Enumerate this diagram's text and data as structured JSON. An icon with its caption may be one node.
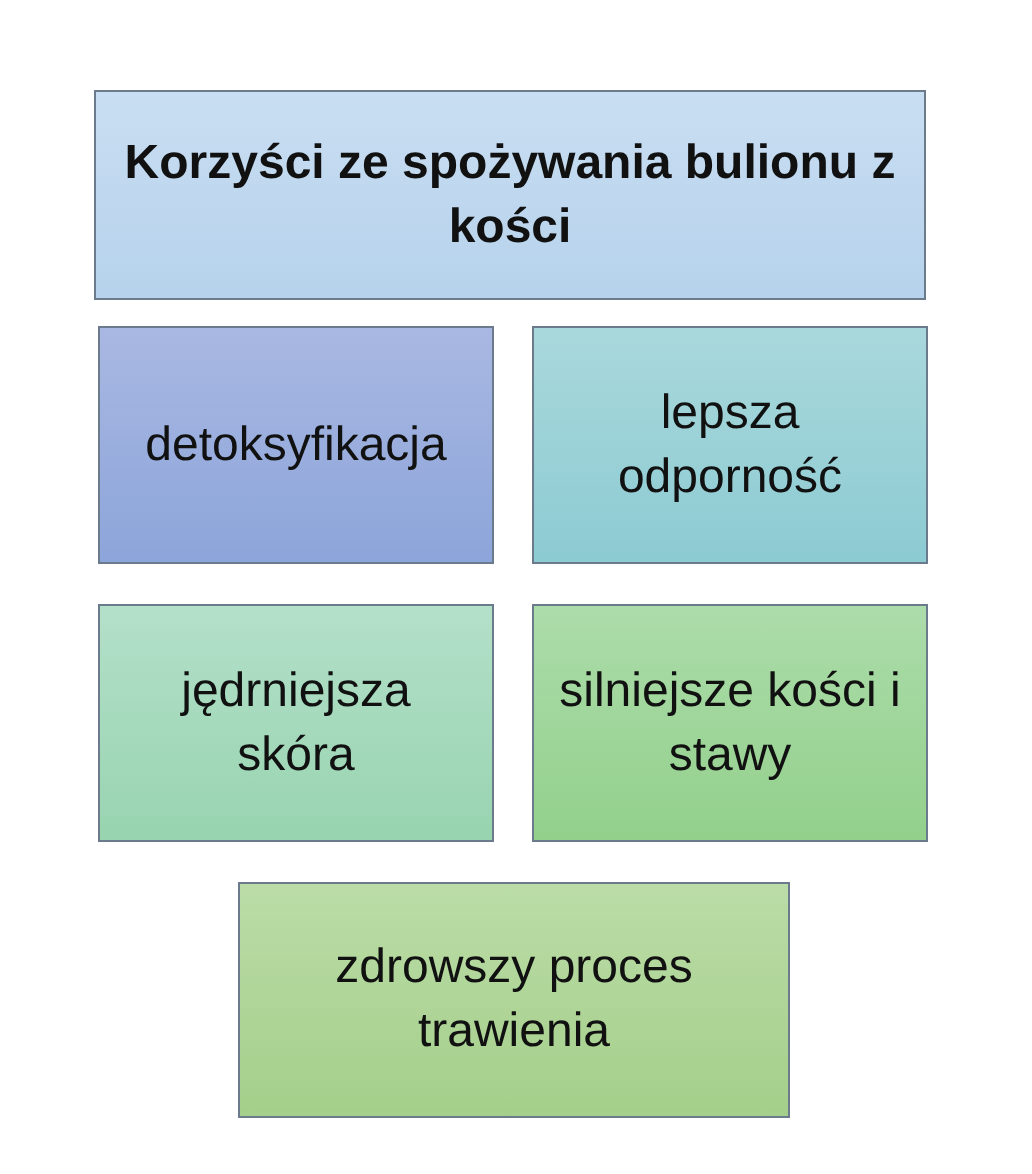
{
  "diagram": {
    "nodes": [
      {
        "text": [
          "Korzyści ze spożywania bulionu z kości"
        ]
      },
      {
        "text": [
          "detoksyfikacja"
        ]
      },
      {
        "text": [
          "lepsza odporność"
        ]
      },
      {
        "text": [
          "jędrniejsza skóra"
        ]
      },
      {
        "text": [
          "silniejsze kości i stawy"
        ]
      },
      {
        "text": [
          "zdrowszy proces trawienia"
        ]
      }
    ]
  }
}
